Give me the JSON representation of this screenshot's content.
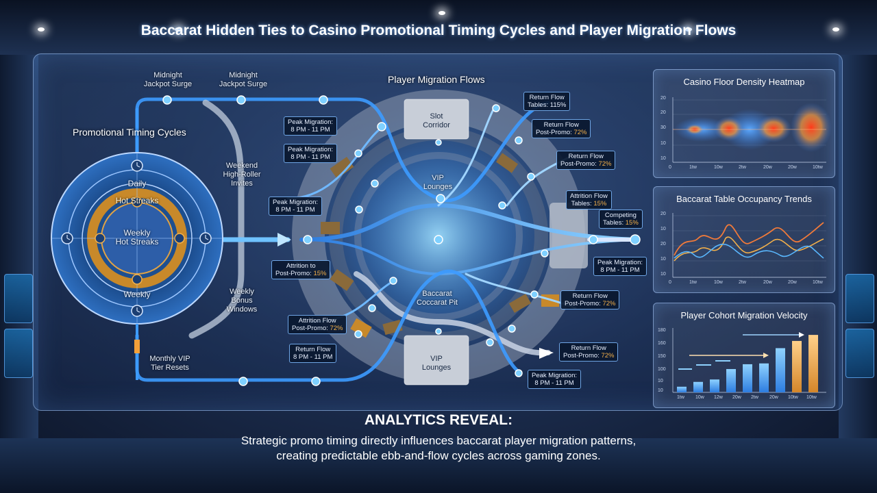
{
  "title": "Baccarat Hidden Ties to Casino Promotional Timing Cycles and Player Migration Flows",
  "timing": {
    "title": "Promotional Timing Cycles",
    "ring_outer": "Daily",
    "ring_middle": "Hot Streaks",
    "ring_center": "Weekly\nHot Streaks",
    "ring_bottom": "Weekly",
    "midnight_1": "Midnight\nJackpot Surge",
    "midnight_2": "Midnight\nJackpot Surge",
    "weekend": "Weekend\nHigh-Roller\nInvites",
    "bonus": "Weekly\nBonus\nWindows",
    "monthly": "Monthly VIP\nTier Resets"
  },
  "migration": {
    "title": "Player Migration Flows",
    "zones": {
      "slot": "Slot\nCorridor",
      "vip_mid": "VIP\nLounges",
      "baccarat": "Baccarat\nCoccarat Pit",
      "vip_bottom": "VIP\nLounges"
    },
    "left_labels": [
      {
        "text": "Peak Migration:\n8 PM - 11 PM"
      },
      {
        "text": "Peak Migration:\n8 PM - 11 PM"
      },
      {
        "text": "Peak Migration:\n8 PM - 11 PM"
      },
      {
        "text": "Attrition to\nPost-Promo: ",
        "hl": "15%"
      },
      {
        "text": "Attrition Flow\nPost-Promo: ",
        "hl": "72%"
      },
      {
        "text": "Return Flow\n8 PM - 11 PM"
      }
    ],
    "right_labels": [
      {
        "text": "Return Flow\nTables: 115%"
      },
      {
        "text": "Return Flow\nPost-Promo: ",
        "hl": "72%"
      },
      {
        "text": "Return Flow\nPost-Promo: ",
        "hl": "72%"
      },
      {
        "text": "Attrition Flow\nTables: ",
        "hl": "15%"
      },
      {
        "text": "Competing\nTables: ",
        "hl": "15%"
      },
      {
        "text": "Peak Migration:\n8 PM - 11 PM"
      },
      {
        "text": "Return Flow\nPost-Promo: ",
        "hl": "72%"
      },
      {
        "text": "Return Flow\nPost-Promo: ",
        "hl": "72%"
      },
      {
        "text": "Peak Migration:\n8 PM - 11 PM"
      }
    ]
  },
  "charts": [
    {
      "title": "Casino Floor Density Heatmap",
      "type": "heatmap",
      "y_ticks": [
        "20",
        "20",
        "30",
        "10",
        "10"
      ],
      "x_ticks": [
        "0",
        "1tw",
        "10w",
        "2tw",
        "20w",
        "20w",
        "10tw"
      ]
    },
    {
      "title": "Baccarat Table Occupancy Trends",
      "type": "line",
      "y_ticks": [
        "20",
        "10",
        "20",
        "10",
        "10"
      ],
      "x_ticks": [
        "0",
        "1tw",
        "10w",
        "2tw",
        "20w",
        "20w",
        "10tw"
      ]
    },
    {
      "title": "Player Cohort Migration Velocity",
      "type": "bar",
      "y_ticks": [
        "180",
        "160",
        "150",
        "100",
        "10",
        "10"
      ],
      "x_ticks": [
        "1tw",
        "10w",
        "12w",
        "20w",
        "2tw",
        "20w",
        "10tw",
        "10tw"
      ],
      "values": [
        14,
        26,
        32,
        58,
        70,
        72,
        110,
        128,
        143
      ]
    }
  ],
  "reveal": {
    "title": "ANALYTICS REVEAL:",
    "line1": "Strategic promo timing directly influences baccarat player migration patterns,",
    "line2": "creating predictable ebb-and-flow cycles across gaming zones."
  },
  "colors": {
    "accent_blue": "#3aa0ff",
    "accent_orange": "#f3a03a",
    "accent_gold": "#c8892a",
    "panel_border": "#aacdff"
  }
}
